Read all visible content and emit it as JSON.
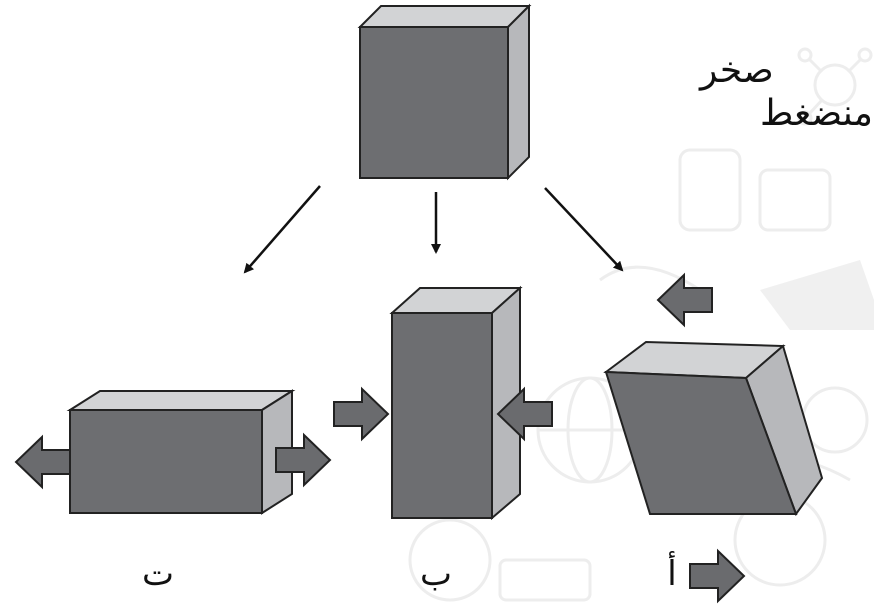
{
  "labels": {
    "title_line1": "صخر",
    "title_line2": "غير منضغط",
    "label_a": "أ",
    "label_b": "ب",
    "label_t": "ت"
  },
  "colors": {
    "front_face": "#6d6e71",
    "top_face": "#d2d3d5",
    "side_face": "#b7b8bb",
    "outline": "#222222",
    "arrow_fill": "#6a6b6e",
    "line": "#111111",
    "watermark": "#eeeeee"
  }
}
